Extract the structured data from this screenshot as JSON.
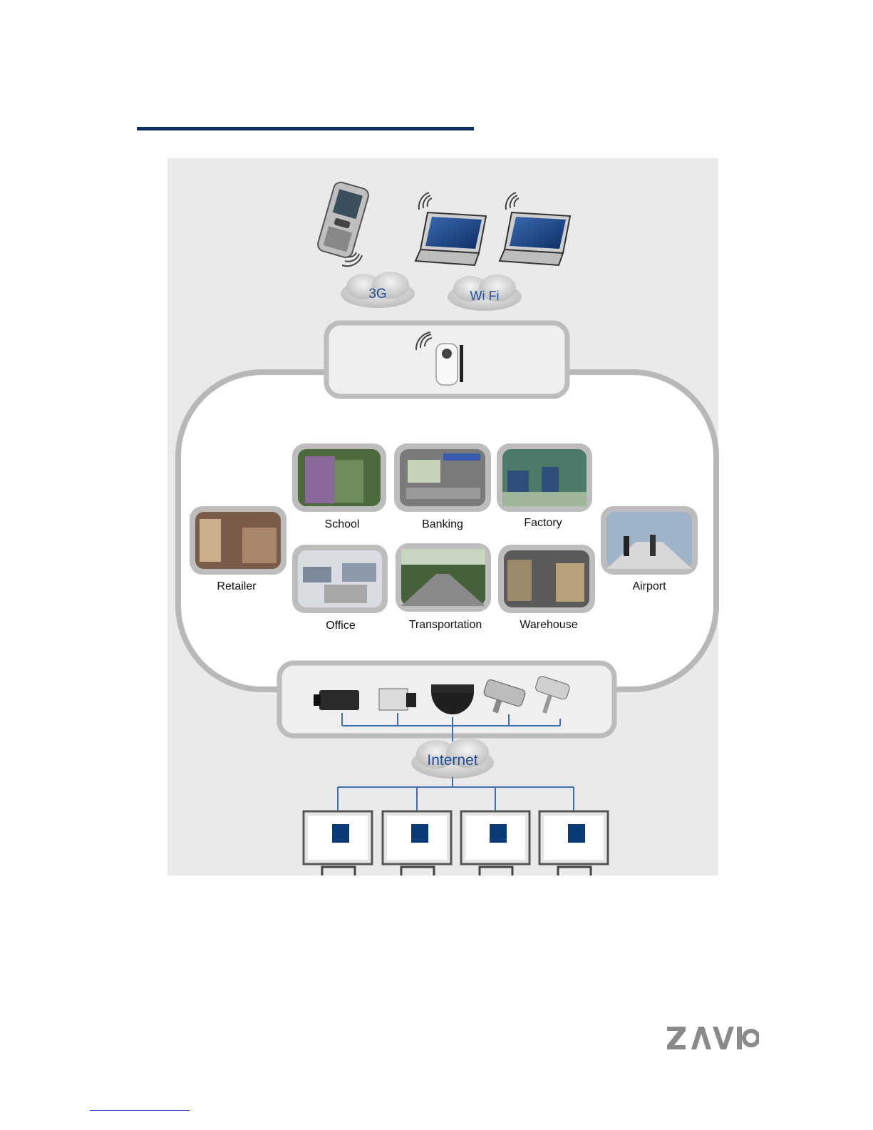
{
  "diagram": {
    "networks": {
      "cellular": "3G",
      "wireless": "Wi Fi",
      "internet": "Internet"
    },
    "scenarios": {
      "school": "School",
      "banking": "Banking",
      "factory": "Factory",
      "retailer": "Retailer",
      "airport": "Airport",
      "office": "Office",
      "transportation": "Transportation",
      "warehouse": "Warehouse"
    }
  },
  "logo": {
    "text": "ZAVIO"
  },
  "colors": {
    "title_rule": "#0c2d5e",
    "network_text": "#1f4e96",
    "loop_stroke": "#b8b8b8",
    "screen_blue": "#0b3a78",
    "wire_blue": "#3b6cb4",
    "logo_gray": "#8a8a8a"
  }
}
